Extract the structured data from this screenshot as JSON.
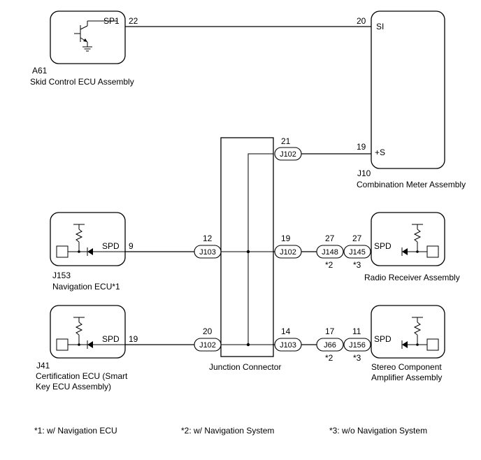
{
  "components": {
    "a61": {
      "code": "A61",
      "name": "Skid Control ECU Assembly",
      "pin_label": "SP1",
      "pin_number": "22"
    },
    "j10": {
      "code": "J10",
      "name": "Combination Meter Assembly",
      "pin_si_label": "SI",
      "pin_si_number": "20",
      "pin_s_label": "+S",
      "pin_s_number": "19"
    },
    "j153": {
      "code": "J153",
      "name": "Navigation ECU*1",
      "pin_label": "SPD",
      "pin_number": "9"
    },
    "j41": {
      "code": "J41",
      "name_line1": "Certification ECU (Smart",
      "name_line2": "Key ECU Assembly)",
      "pin_label": "SPD",
      "pin_number": "19"
    },
    "radio": {
      "name": "Radio Receiver Assembly",
      "pin_label": "SPD"
    },
    "stereo": {
      "name_line1": "Stereo Component",
      "name_line2": "Amplifier Assembly",
      "pin_label": "SPD"
    },
    "junction": {
      "name": "Junction Connector"
    }
  },
  "connectors": {
    "j102_top": {
      "label": "J102",
      "pin": "21"
    },
    "j103_left": {
      "label": "J103",
      "pin": "12"
    },
    "j102_mid": {
      "label": "J102",
      "pin": "19"
    },
    "j148": {
      "label": "J148",
      "pin": "27",
      "note": "*2"
    },
    "j145": {
      "label": "J145",
      "pin": "27",
      "note": "*3"
    },
    "j102_left": {
      "label": "J102",
      "pin": "20"
    },
    "j103_right": {
      "label": "J103",
      "pin": "14"
    },
    "j66": {
      "label": "J66",
      "pin": "17",
      "note": "*2"
    },
    "j156": {
      "label": "J156",
      "pin": "11",
      "note": "*3"
    }
  },
  "notes": {
    "n1": "*1: w/ Navigation ECU",
    "n2": "*2: w/ Navigation System",
    "n3": "*3: w/o Navigation System"
  },
  "icons": [
    "transistor-icon",
    "ground-icon",
    "diode-icon",
    "resistor-icon",
    "sensor-box-icon"
  ]
}
